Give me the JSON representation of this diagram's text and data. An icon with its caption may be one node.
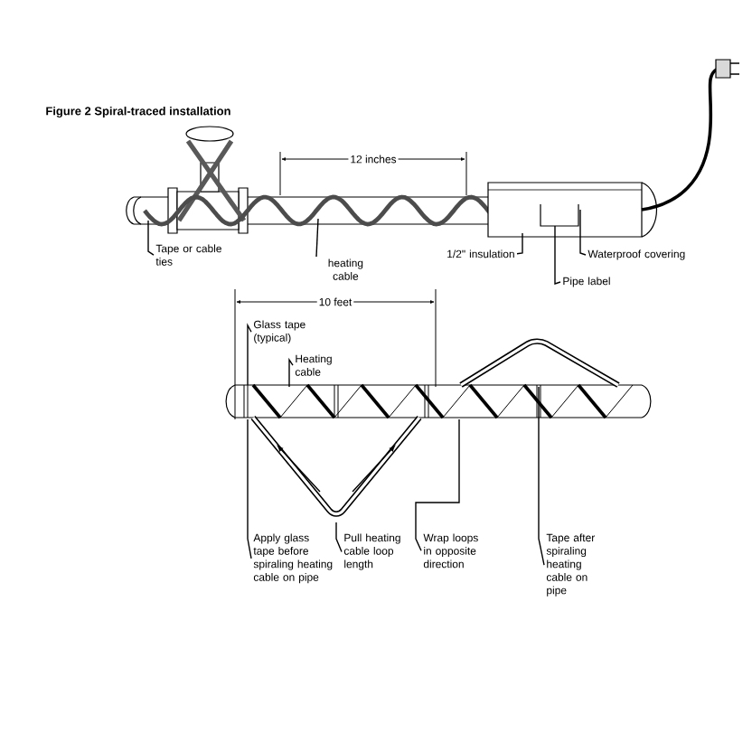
{
  "diagram": {
    "title": "Figure 2  Spiral-traced installation",
    "nodes": [
      {
        "text": [
          "Tape or cable ties"
        ]
      },
      {
        "text": [
          "heating cable"
        ]
      },
      {
        "text": [
          "1/2\" insulation"
        ]
      },
      {
        "text": [
          "Waterproof covering"
        ]
      },
      {
        "text": [
          "Pipe label"
        ]
      },
      {
        "text": [
          "Glass tape (typical)"
        ]
      },
      {
        "text": [
          "Heating cable"
        ]
      },
      {
        "text": [
          "Apply glass tape before spiraling heating cable on pipe"
        ]
      },
      {
        "text": [
          "Pull heating cable loop length"
        ]
      },
      {
        "text": [
          "Wrap loops in opposite direction"
        ]
      },
      {
        "text": [
          "Tape after spiraling heating cable on pipe"
        ]
      }
    ],
    "edges": [
      {
        "from": 0,
        "to": null,
        "arrow": "none"
      },
      {
        "from": 1,
        "to": null,
        "arrow": "none"
      },
      {
        "from": 2,
        "to": null,
        "arrow": "none"
      },
      {
        "from": 3,
        "to": null,
        "arrow": "none"
      },
      {
        "from": 4,
        "to": null,
        "arrow": "none"
      },
      {
        "from": 5,
        "to": null,
        "arrow": "none"
      },
      {
        "from": 6,
        "to": null,
        "arrow": "none"
      },
      {
        "from": 7,
        "to": null,
        "arrow": "none"
      },
      {
        "from": 8,
        "to": null,
        "arrow": "none"
      },
      {
        "from": 9,
        "to": null,
        "arrow": "none"
      },
      {
        "from": 10,
        "to": null,
        "arrow": "none"
      }
    ],
    "labels": [
      "12 inches",
      "10 feet"
    ]
  }
}
